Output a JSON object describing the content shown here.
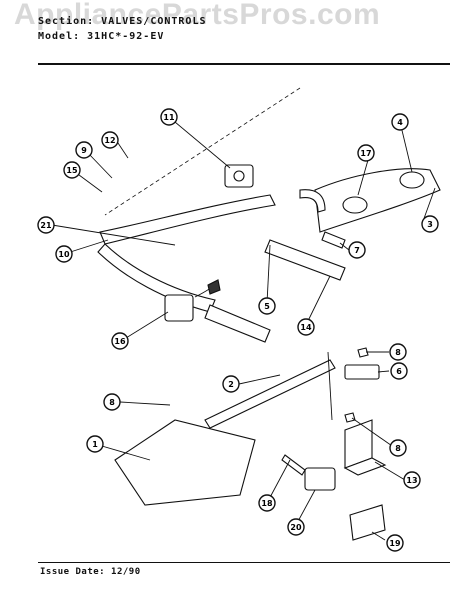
{
  "watermark": "AppliancePartsPros.com",
  "header": {
    "section_line": "Section: VALVES/CONTROLS",
    "model_line": "Model: 31HC*-92-EV"
  },
  "footer": {
    "issue_date": "Issue Date: 12/90"
  },
  "callouts": [
    "1",
    "2",
    "3",
    "4",
    "5",
    "6",
    "7",
    "8",
    "8",
    "8",
    "9",
    "10",
    "11",
    "12",
    "13",
    "14",
    "15",
    "16",
    "17",
    "18",
    "19",
    "20",
    "21"
  ],
  "colors": {
    "ink": "#111111",
    "watermark": "#d8d8d8"
  }
}
